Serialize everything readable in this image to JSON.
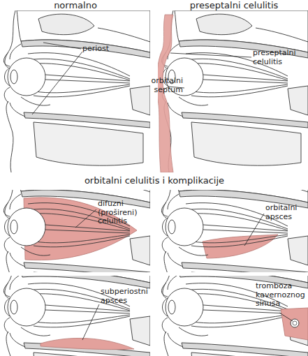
{
  "diagram": {
    "labels": [
      "normalno",
      "preseptalni celulitis",
      "periost",
      "preseptalni celulitis",
      "orbitalni septum",
      "orbitalni celulitis i komplikacije",
      "difuzni (prošireni) celulitis",
      "orbitalni apsces",
      "subperiostni apsces",
      "tromboza kavernoznog sinusa"
    ]
  }
}
